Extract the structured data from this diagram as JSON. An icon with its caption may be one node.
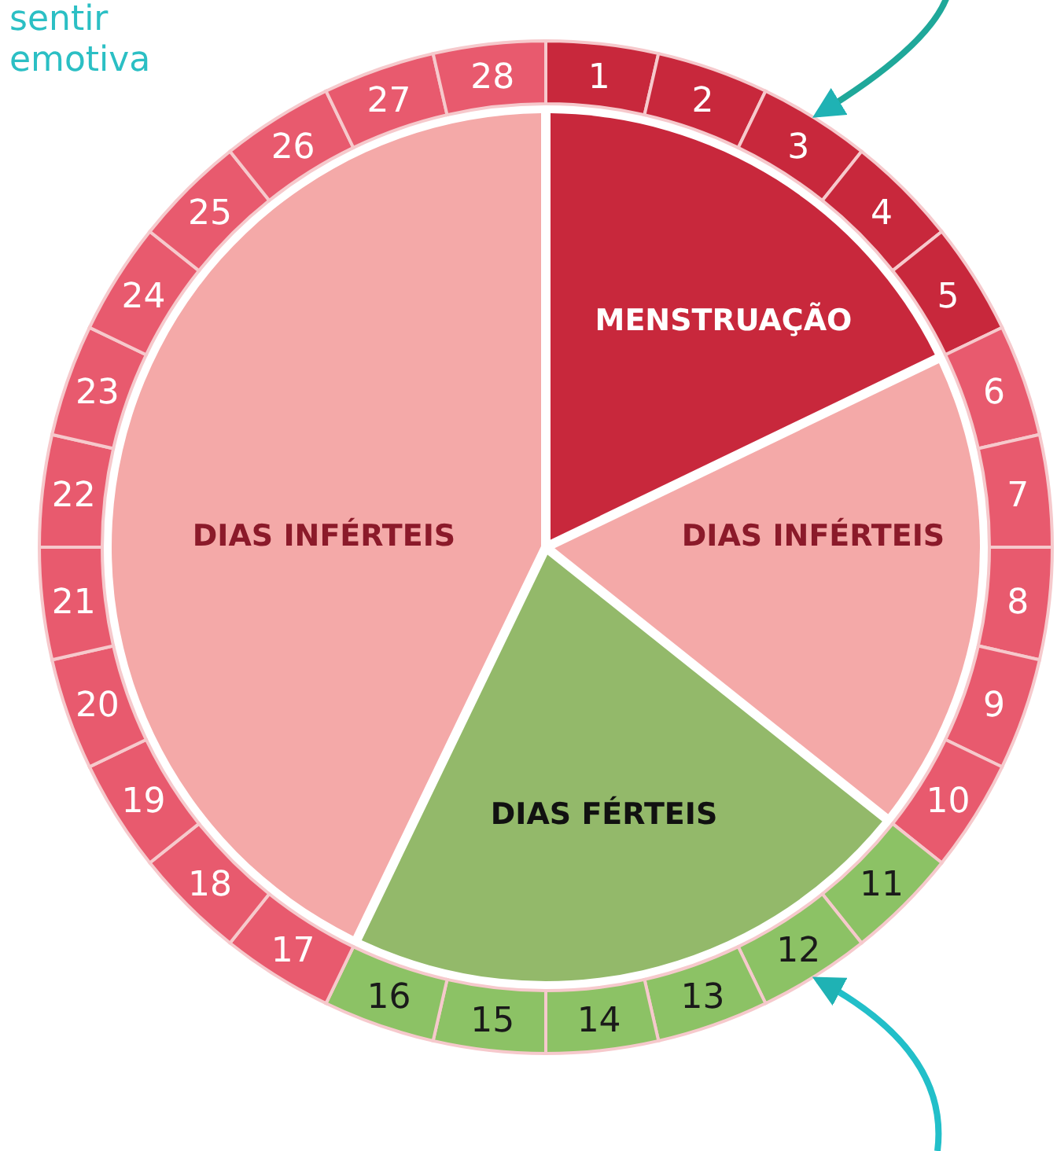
{
  "diagram": {
    "nodes": [
      {
        "text": [
          "1"
        ]
      },
      {
        "text": [
          "2"
        ]
      },
      {
        "text": [
          "3"
        ]
      },
      {
        "text": [
          "4"
        ]
      },
      {
        "text": [
          "5"
        ]
      },
      {
        "text": [
          "6"
        ]
      },
      {
        "text": [
          "7"
        ]
      },
      {
        "text": [
          "8"
        ]
      },
      {
        "text": [
          "9"
        ]
      },
      {
        "text": [
          "10"
        ]
      },
      {
        "text": [
          "11"
        ]
      },
      {
        "text": [
          "12"
        ]
      },
      {
        "text": [
          "13"
        ]
      },
      {
        "text": [
          "14"
        ]
      },
      {
        "text": [
          "15"
        ]
      },
      {
        "text": [
          "16"
        ]
      },
      {
        "text": [
          "17"
        ]
      },
      {
        "text": [
          "18"
        ]
      },
      {
        "text": [
          "19"
        ]
      },
      {
        "text": [
          "20"
        ]
      },
      {
        "text": [
          "21"
        ]
      },
      {
        "text": [
          "22"
        ]
      },
      {
        "text": [
          "23"
        ]
      },
      {
        "text": [
          "24"
        ]
      },
      {
        "text": [
          "25"
        ]
      },
      {
        "text": [
          "26"
        ]
      },
      {
        "text": [
          "27"
        ]
      },
      {
        "text": [
          "28"
        ]
      },
      {
        "text": [
          "MENSTRUAÇÃO"
        ]
      },
      {
        "text": [
          "DIAS INFÉRTEIS"
        ]
      },
      {
        "text": [
          "DIAS FÉRTEIS"
        ]
      },
      {
        "text": [
          "DIAS INFÉRTEIS"
        ]
      }
    ],
    "edges": [
      {
        "from": null,
        "to": 2,
        "arrow": "to"
      },
      {
        "from": null,
        "to": 11,
        "arrow": "to"
      }
    ],
    "labels": [
      "sentir emotiva"
    ]
  }
}
